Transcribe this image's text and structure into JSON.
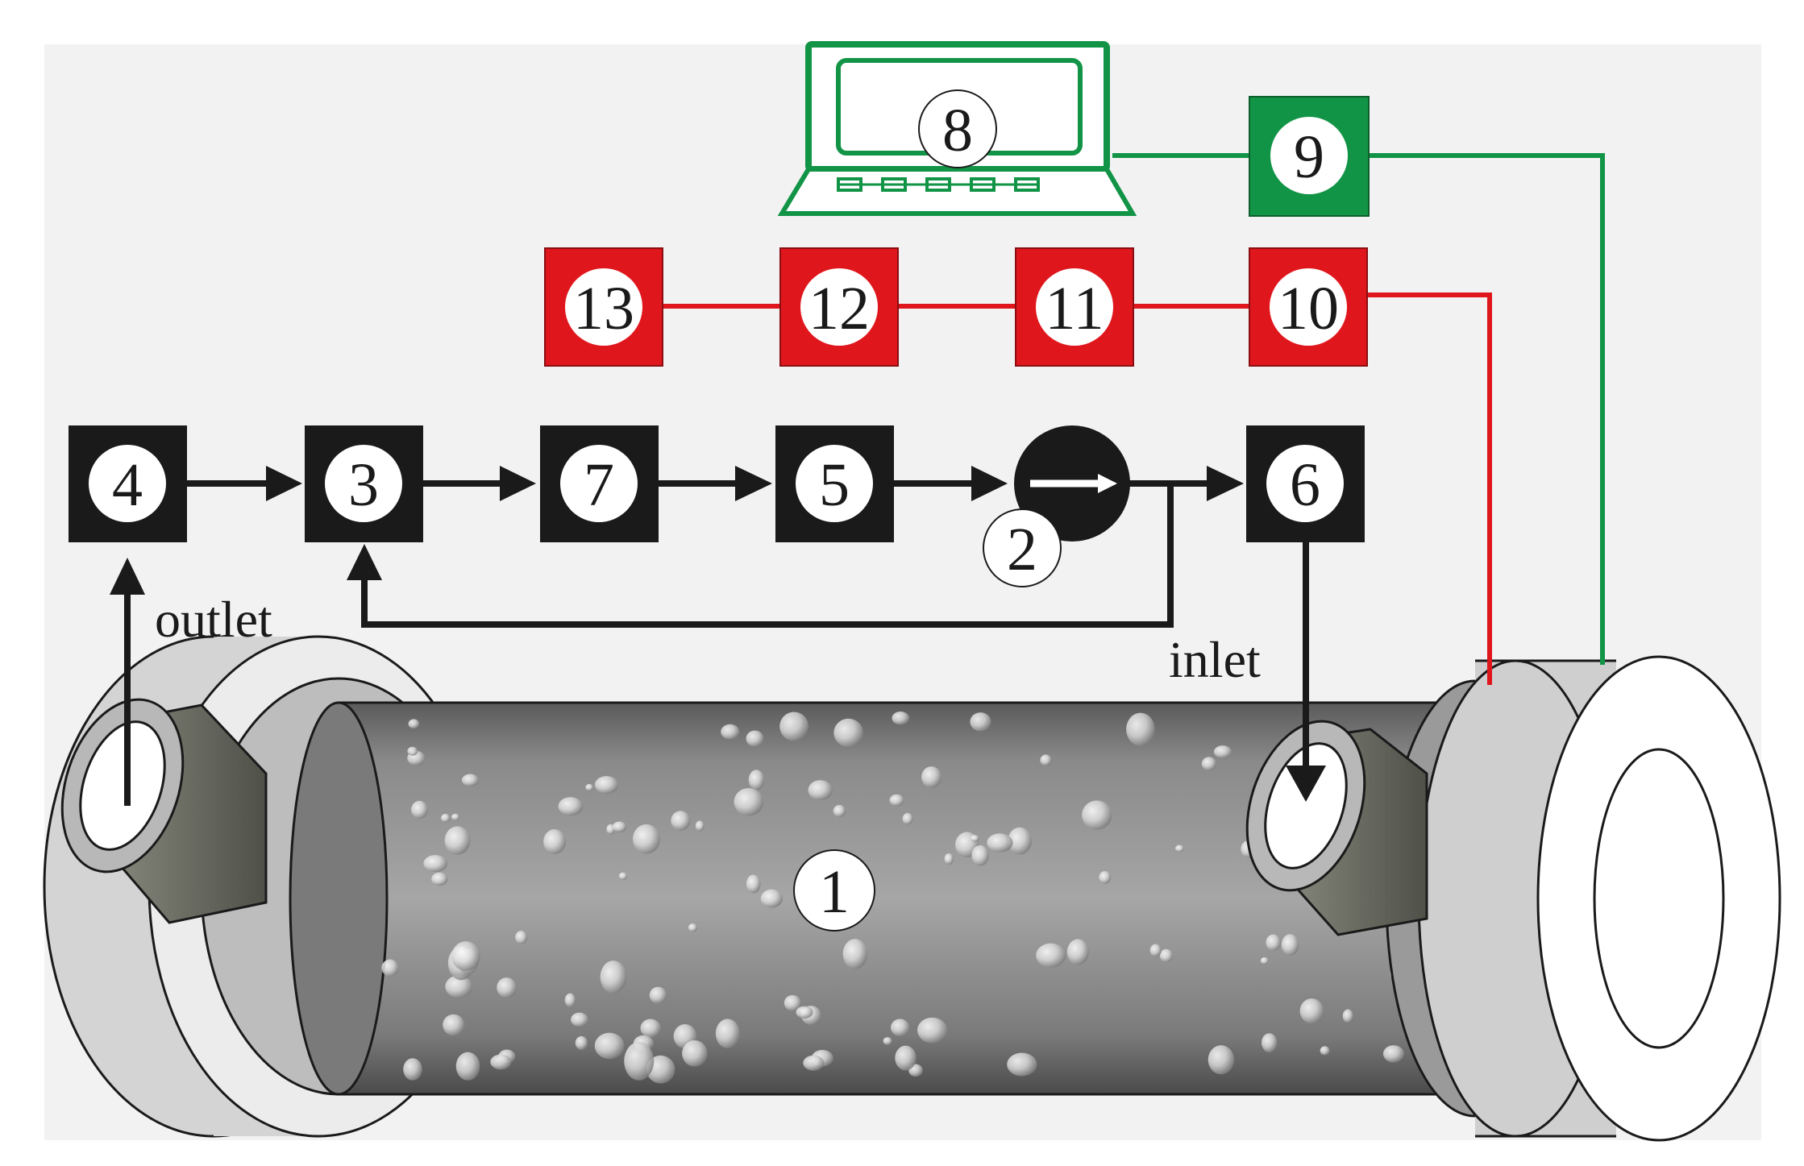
{
  "colors": {
    "background": "#ffffff",
    "panel": "#f2f2f2",
    "black_box": "#1a1a1a",
    "red_box": "#e0161d",
    "red_line": "#e0161d",
    "green_box": "#129447",
    "green_line": "#129447",
    "flow_arrow": "#1a1a1a",
    "tube_body": "#8c8c8c",
    "flange": "#d9d9d9",
    "port": "#6e7064"
  },
  "labels": {
    "outlet": "outlet",
    "inlet": "inlet"
  },
  "components": {
    "c1": "1",
    "c2": "2",
    "c3": "3",
    "c4": "4",
    "c5": "5",
    "c6": "6",
    "c7": "7",
    "c8": "8",
    "c9": "9",
    "c10": "10",
    "c11": "11",
    "c12": "12",
    "c13": "13"
  },
  "icons": {
    "laptop": "laptop-icon",
    "pump": "pump-icon",
    "reactor": "cylindrical-reactor-with-bubbles"
  }
}
